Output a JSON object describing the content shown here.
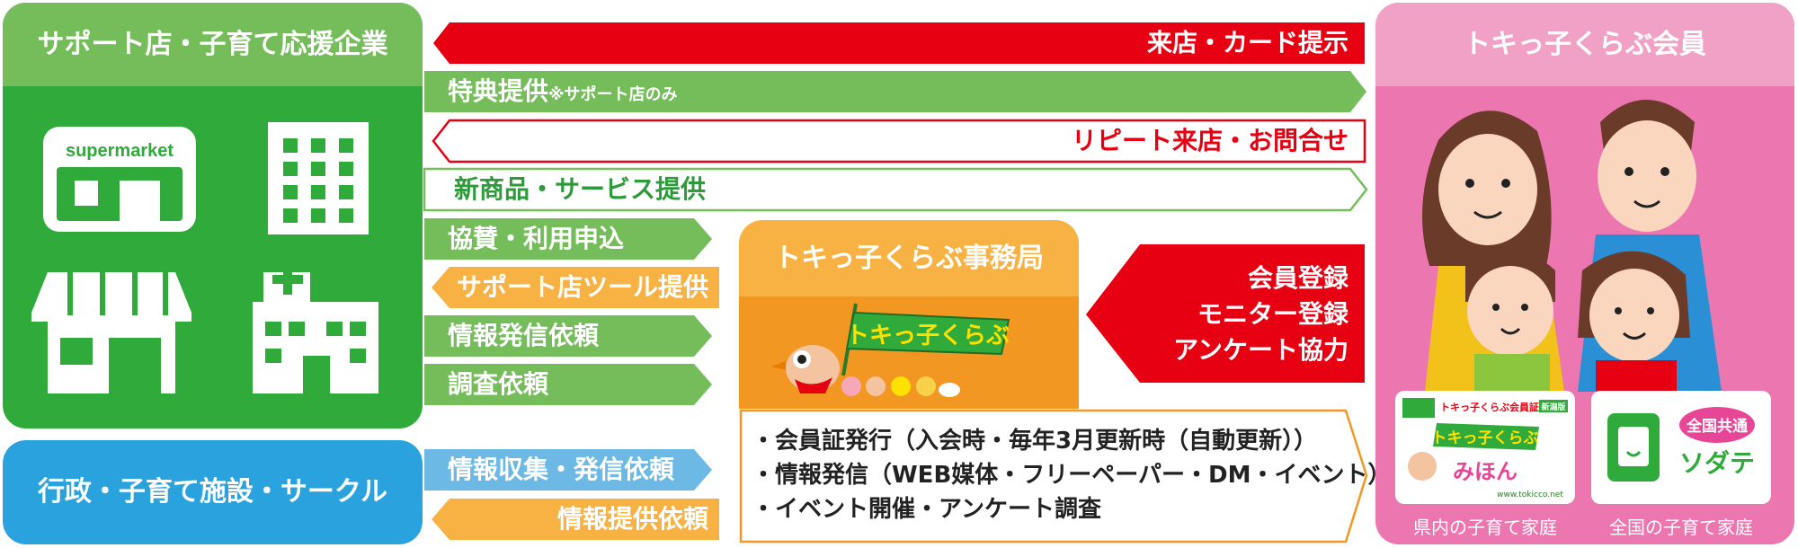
{
  "support_panel": {
    "title": "サポート店・子育て応援企業",
    "icon_label": "supermarket"
  },
  "admin_panel": {
    "title": "行政・子育て施設・サークル"
  },
  "office": {
    "title": "トキっ子くらぶ事務局",
    "logo_text": "トキっ子くらぶ"
  },
  "members": {
    "title": "トキっ子くらぶ会員",
    "card_left": {
      "header": "トキっ子くらぶ会員証",
      "badge": "新潟版",
      "brand": "トキっ子くらぶ",
      "sub": "みほん",
      "url": "www.tokicco.net",
      "caption": "県内の子育て家庭"
    },
    "card_right": {
      "badge": "全国共通",
      "brand": "ソダテ",
      "caption": "全国の子育て家庭"
    }
  },
  "arrows": {
    "visit": "来店・カード提示",
    "benefit": "特典提供",
    "benefit_note": "※サポート店のみ",
    "repeat": "リピート来店・お問合せ",
    "new_products": "新商品・サービス提供",
    "sponsor": "協賛・利用申込",
    "tools": "サポート店ツール提供",
    "info_request": "情報発信依頼",
    "survey_request": "調査依頼",
    "collect": "情報収集・発信依頼",
    "provide": "情報提供依頼",
    "member_actions": [
      "会員登録",
      "モニター登録",
      "アンケート協力"
    ]
  },
  "office_features": [
    "・会員証発行（入会時・毎年3月更新時（自動更新））",
    "・情報発信（WEB媒体・フリーペーパー・DM・イベント）",
    "・イベント開催・アンケート調査"
  ],
  "colors": {
    "green_dark": "#2faa3b",
    "green_light": "#75bc5a",
    "red": "#e60012",
    "orange": "#f8b244",
    "orange_dark": "#f29722",
    "blue": "#29a2de",
    "blue_light": "#6cb9e6",
    "pink": "#ec76b0",
    "pink_light": "#f1a1c6"
  }
}
